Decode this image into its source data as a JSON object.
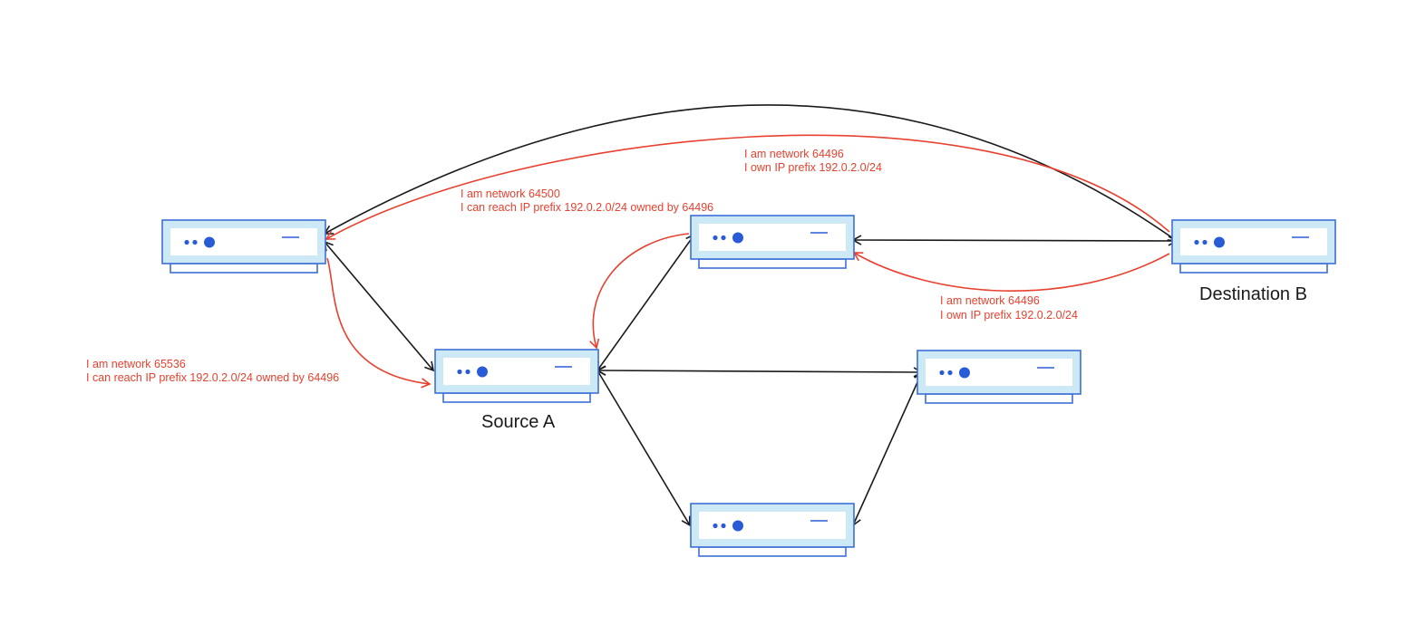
{
  "colors": {
    "link": "#1a1a1a",
    "announcement": "#e8412f",
    "router_body": "#cde9f5",
    "router_border": "#3d6fd6",
    "router_led": "#2a5bd7"
  },
  "icons": {
    "router": "router-icon"
  },
  "nodes": {
    "source_label": "Source A",
    "destination_label": "Destination B"
  },
  "announcements": {
    "dest_top": {
      "line1": "I am network 64496",
      "line2": "I own IP prefix 192.0.2.0/24"
    },
    "network_64500": {
      "line1": "I am network 64500",
      "line2": "I can reach IP prefix 192.0.2.0/24 owned by 64496"
    },
    "dest_lower": {
      "line1": "I am network 64496",
      "line2": "I own IP prefix 192.0.2.0/24"
    },
    "network_65536": {
      "line1": "I am network 65536",
      "line2": "I can reach IP prefix 192.0.2.0/24 owned by 64496"
    }
  }
}
